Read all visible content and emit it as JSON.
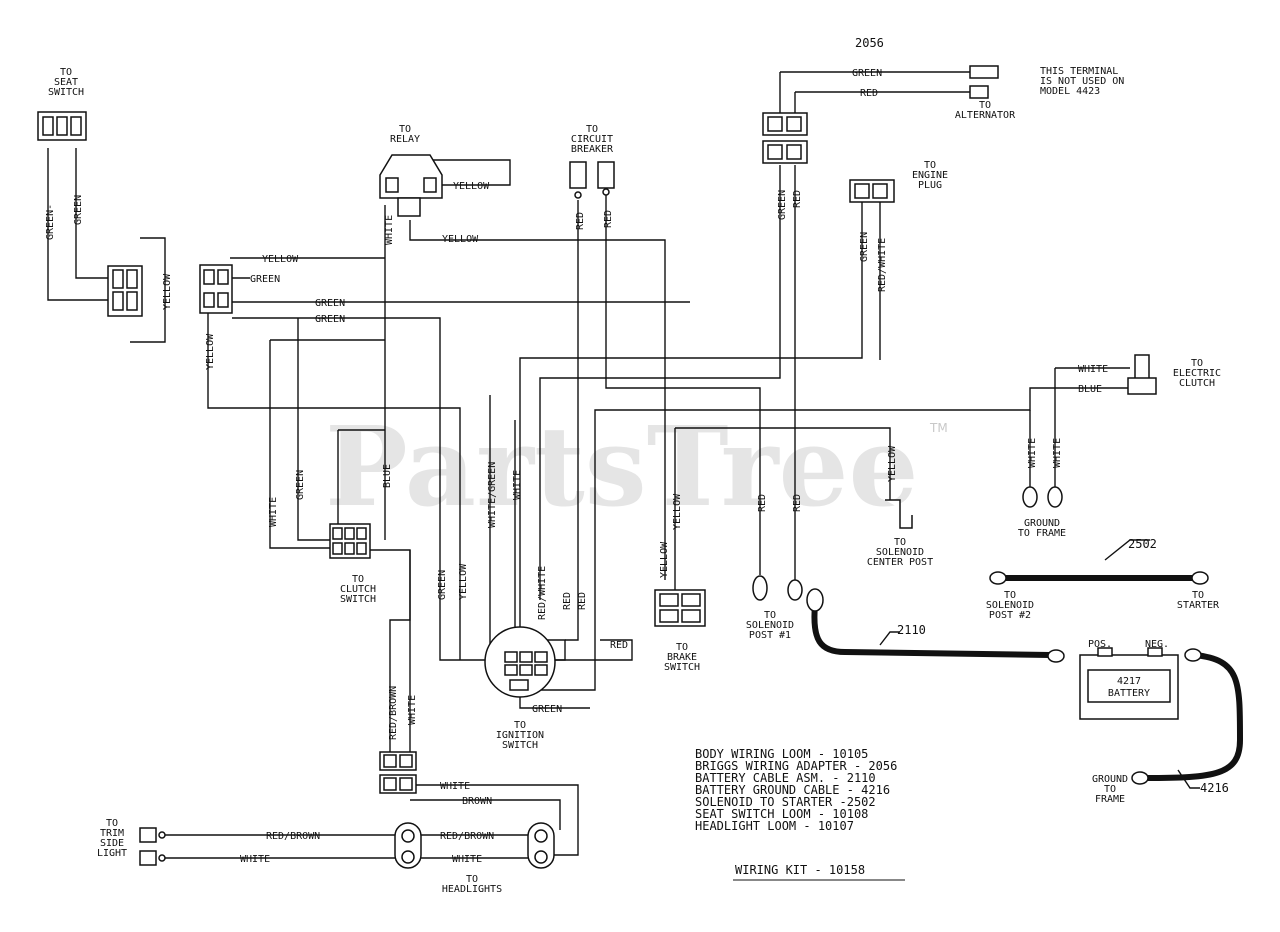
{
  "watermark": {
    "text": "PartsTree",
    "tm": "TM"
  },
  "adapter_number": "2056",
  "terminal_note": [
    "THIS TERMINAL",
    "IS NOT USED ON",
    "MODEL 4423"
  ],
  "connectors": {
    "seat_switch": [
      "TO",
      "SEAT",
      "SWITCH"
    ],
    "relay": [
      "TO",
      "RELAY"
    ],
    "circuit_breaker": [
      "TO",
      "CIRCUIT",
      "BREAKER"
    ],
    "alternator": [
      "TO",
      "ALTERNATOR"
    ],
    "engine_plug": [
      "TO",
      "ENGINE",
      "PLUG"
    ],
    "electric_clutch": [
      "TO",
      "ELECTRIC",
      "CLUTCH"
    ],
    "ground_frame_white": [
      "GROUND",
      "TO FRAME"
    ],
    "solenoid_center": [
      "TO",
      "SOLENOID",
      "CENTER POST"
    ],
    "solenoid_post2": [
      "TO",
      "SOLENOID",
      "POST #2"
    ],
    "starter": [
      "TO",
      "STARTER"
    ],
    "solenoid_post1": [
      "TO",
      "SOLENOID",
      "POST #1"
    ],
    "brake_switch": [
      "TO",
      "BRAKE",
      "SWITCH"
    ],
    "clutch_switch": [
      "TO",
      "CLUTCH",
      "SWITCH"
    ],
    "ignition_switch": [
      "TO",
      "IGNITION",
      "SWITCH"
    ],
    "trim_side_light": [
      "TO",
      "TRIM",
      "SIDE",
      "LIGHT"
    ],
    "headlights": [
      "TO",
      "HEADLIGHTS"
    ],
    "ground_frame_battery": [
      "GROUND",
      "TO",
      "FRAME"
    ]
  },
  "wire_colors": {
    "green": "GREEN",
    "red": "RED",
    "yellow": "YELLOW",
    "white": "WHITE",
    "blue": "BLUE",
    "brown": "BROWN",
    "red_white": "RED/WHITE",
    "white_green": "WHITE/GREEN",
    "red_brown": "RED/BROWN",
    "green_dash": "GREEN-"
  },
  "battery": {
    "pos": "POS.",
    "neg": "NEG.",
    "number": "4217",
    "name": "BATTERY"
  },
  "cable_numbers": {
    "starter_cable": "2502",
    "battery_cable": "2110",
    "ground_cable": "4216"
  },
  "parts_list": [
    "BODY WIRING LOOM - 10105",
    "BRIGGS WIRING ADAPTER - 2056",
    "BATTERY CABLE ASM. - 2110",
    "BATTERY GROUND CABLE - 4216",
    "SOLENOID TO STARTER -2502",
    "SEAT SWITCH LOOM - 10108",
    "HEADLIGHT LOOM - 10107"
  ],
  "kit_title": "WIRING KIT - 10158"
}
